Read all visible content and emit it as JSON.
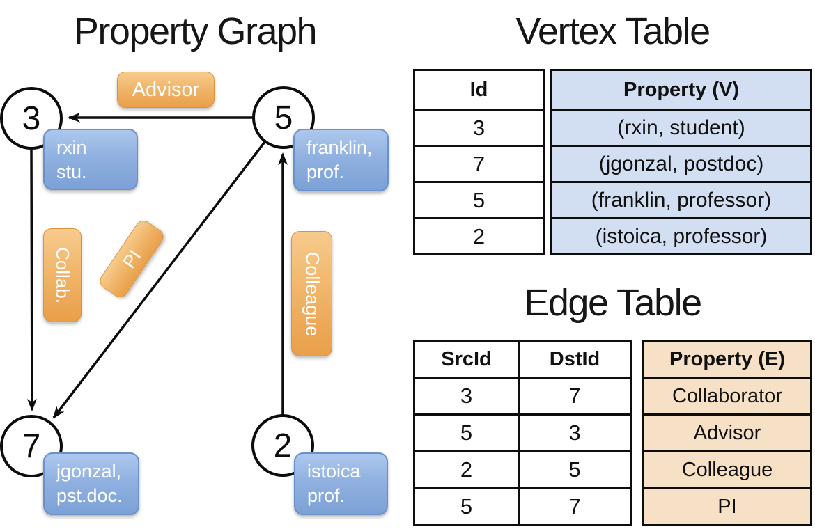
{
  "graph": {
    "title": "Property Graph",
    "nodes": [
      {
        "id": "3",
        "label_line1": "rxin",
        "label_line2": "stu."
      },
      {
        "id": "5",
        "label_line1": "franklin,",
        "label_line2": "prof."
      },
      {
        "id": "7",
        "label_line1": "jgonzal,",
        "label_line2": "pst.doc."
      },
      {
        "id": "2",
        "label_line1": "istoica",
        "label_line2": "prof."
      }
    ],
    "edge_labels": [
      {
        "text": "Advisor"
      },
      {
        "text": "Collab."
      },
      {
        "text": "PI"
      },
      {
        "text": "Colleague"
      }
    ]
  },
  "vertex_table": {
    "title": "Vertex Table",
    "columns": {
      "id": "Id",
      "property": "Property (V)"
    },
    "rows": [
      {
        "id": "3",
        "property": "(rxin, student)"
      },
      {
        "id": "7",
        "property": "(jgonzal, postdoc)"
      },
      {
        "id": "5",
        "property": "(franklin, professor)"
      },
      {
        "id": "2",
        "property": "(istoica, professor)"
      }
    ]
  },
  "edge_table": {
    "title": "Edge Table",
    "columns": {
      "src": "SrcId",
      "dst": "DstId",
      "property": "Property (E)"
    },
    "rows": [
      {
        "src": "3",
        "dst": "7",
        "property": "Collaborator"
      },
      {
        "src": "5",
        "dst": "3",
        "property": "Advisor"
      },
      {
        "src": "2",
        "dst": "5",
        "property": "Colleague"
      },
      {
        "src": "5",
        "dst": "7",
        "property": "PI"
      }
    ]
  },
  "colors": {
    "edge_label_orange": "#eda64e",
    "node_label_blue": "#84a7da",
    "vertex_property_fill": "#d2def1",
    "edge_property_fill": "#f6e0c6",
    "stroke_black": "#0d0d0d"
  }
}
